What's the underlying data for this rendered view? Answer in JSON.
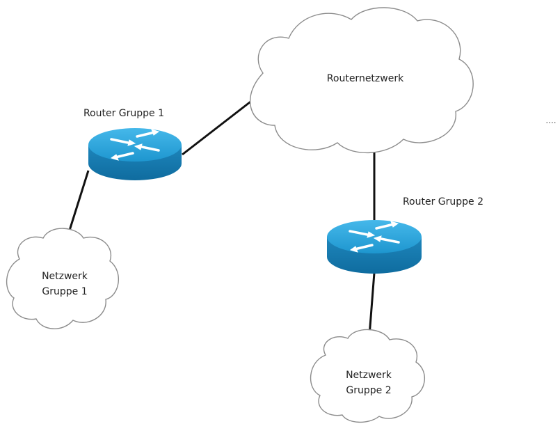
{
  "diagram": {
    "nodes": {
      "router_network": {
        "label": "Routernetzwerk"
      },
      "router_group1": {
        "label": "Router Gruppe 1"
      },
      "router_group2": {
        "label": "Router Gruppe 2"
      },
      "network_group1": {
        "label_line1": "Netzwerk",
        "label_line2": "Gruppe 1"
      },
      "network_group2": {
        "label_line1": "Netzwerk",
        "label_line2": "Gruppe 2"
      }
    },
    "ellipsis": "....",
    "colors": {
      "router_top": "#2fa7df",
      "router_side": "#1f7db3",
      "cloud_stroke": "#8c8c8c",
      "link": "#111111"
    },
    "icons": [
      "cloud-icon",
      "router-icon"
    ]
  }
}
